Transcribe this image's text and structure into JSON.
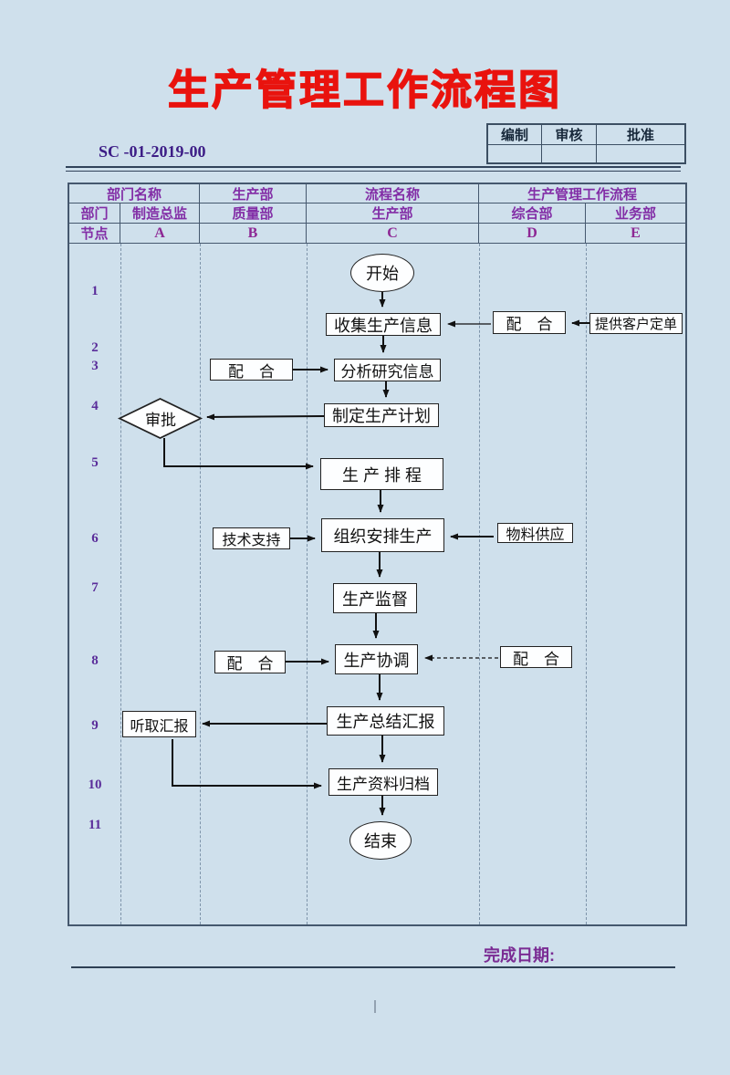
{
  "page": {
    "title": "生产管理工作流程图",
    "doc_no": "SC -01-2019-00",
    "completion_label": "完成日期:"
  },
  "approval": {
    "columns": [
      "编制",
      "审核",
      "批准"
    ]
  },
  "grid": {
    "row1": [
      "部门名称",
      "生产部",
      "流程名称",
      "生产管理工作流程"
    ],
    "row2": [
      "部门",
      "制造总监",
      "质量部",
      "生产部",
      "综合部",
      "业务部"
    ],
    "row3": [
      "节点",
      "A",
      "B",
      "C",
      "D",
      "E"
    ],
    "node_numbers": [
      "1",
      "2",
      "3",
      "4",
      "5",
      "6",
      "7",
      "8",
      "9",
      "10",
      "11"
    ]
  },
  "flow": {
    "start": "开始",
    "collect": "收集生产信息",
    "coop_d1": "配　合",
    "provide_order": "提供客户定单",
    "analyze": "分析研究信息",
    "coop_b1": "配　合",
    "approve": "审批",
    "plan": "制定生产计划",
    "schedule": "生 产 排 程",
    "tech": "技术支持",
    "organize": "组织安排生产",
    "material": "物料供应",
    "supervise": "生产监督",
    "coop_b2": "配　合",
    "coordinate": "生产协调",
    "coop_d2": "配　合",
    "listen": "听取汇报",
    "summary": "生产总结汇报",
    "archive": "生产资料归档",
    "end": "结束"
  },
  "colors": {
    "background": "#cfe0ec",
    "title_red": "#e9130e",
    "header_purple": "#822da6",
    "number_purple": "#5a2d9a",
    "table_line": "#45586e",
    "flow_line": "#111111",
    "box_fill": "#fdfeff"
  }
}
